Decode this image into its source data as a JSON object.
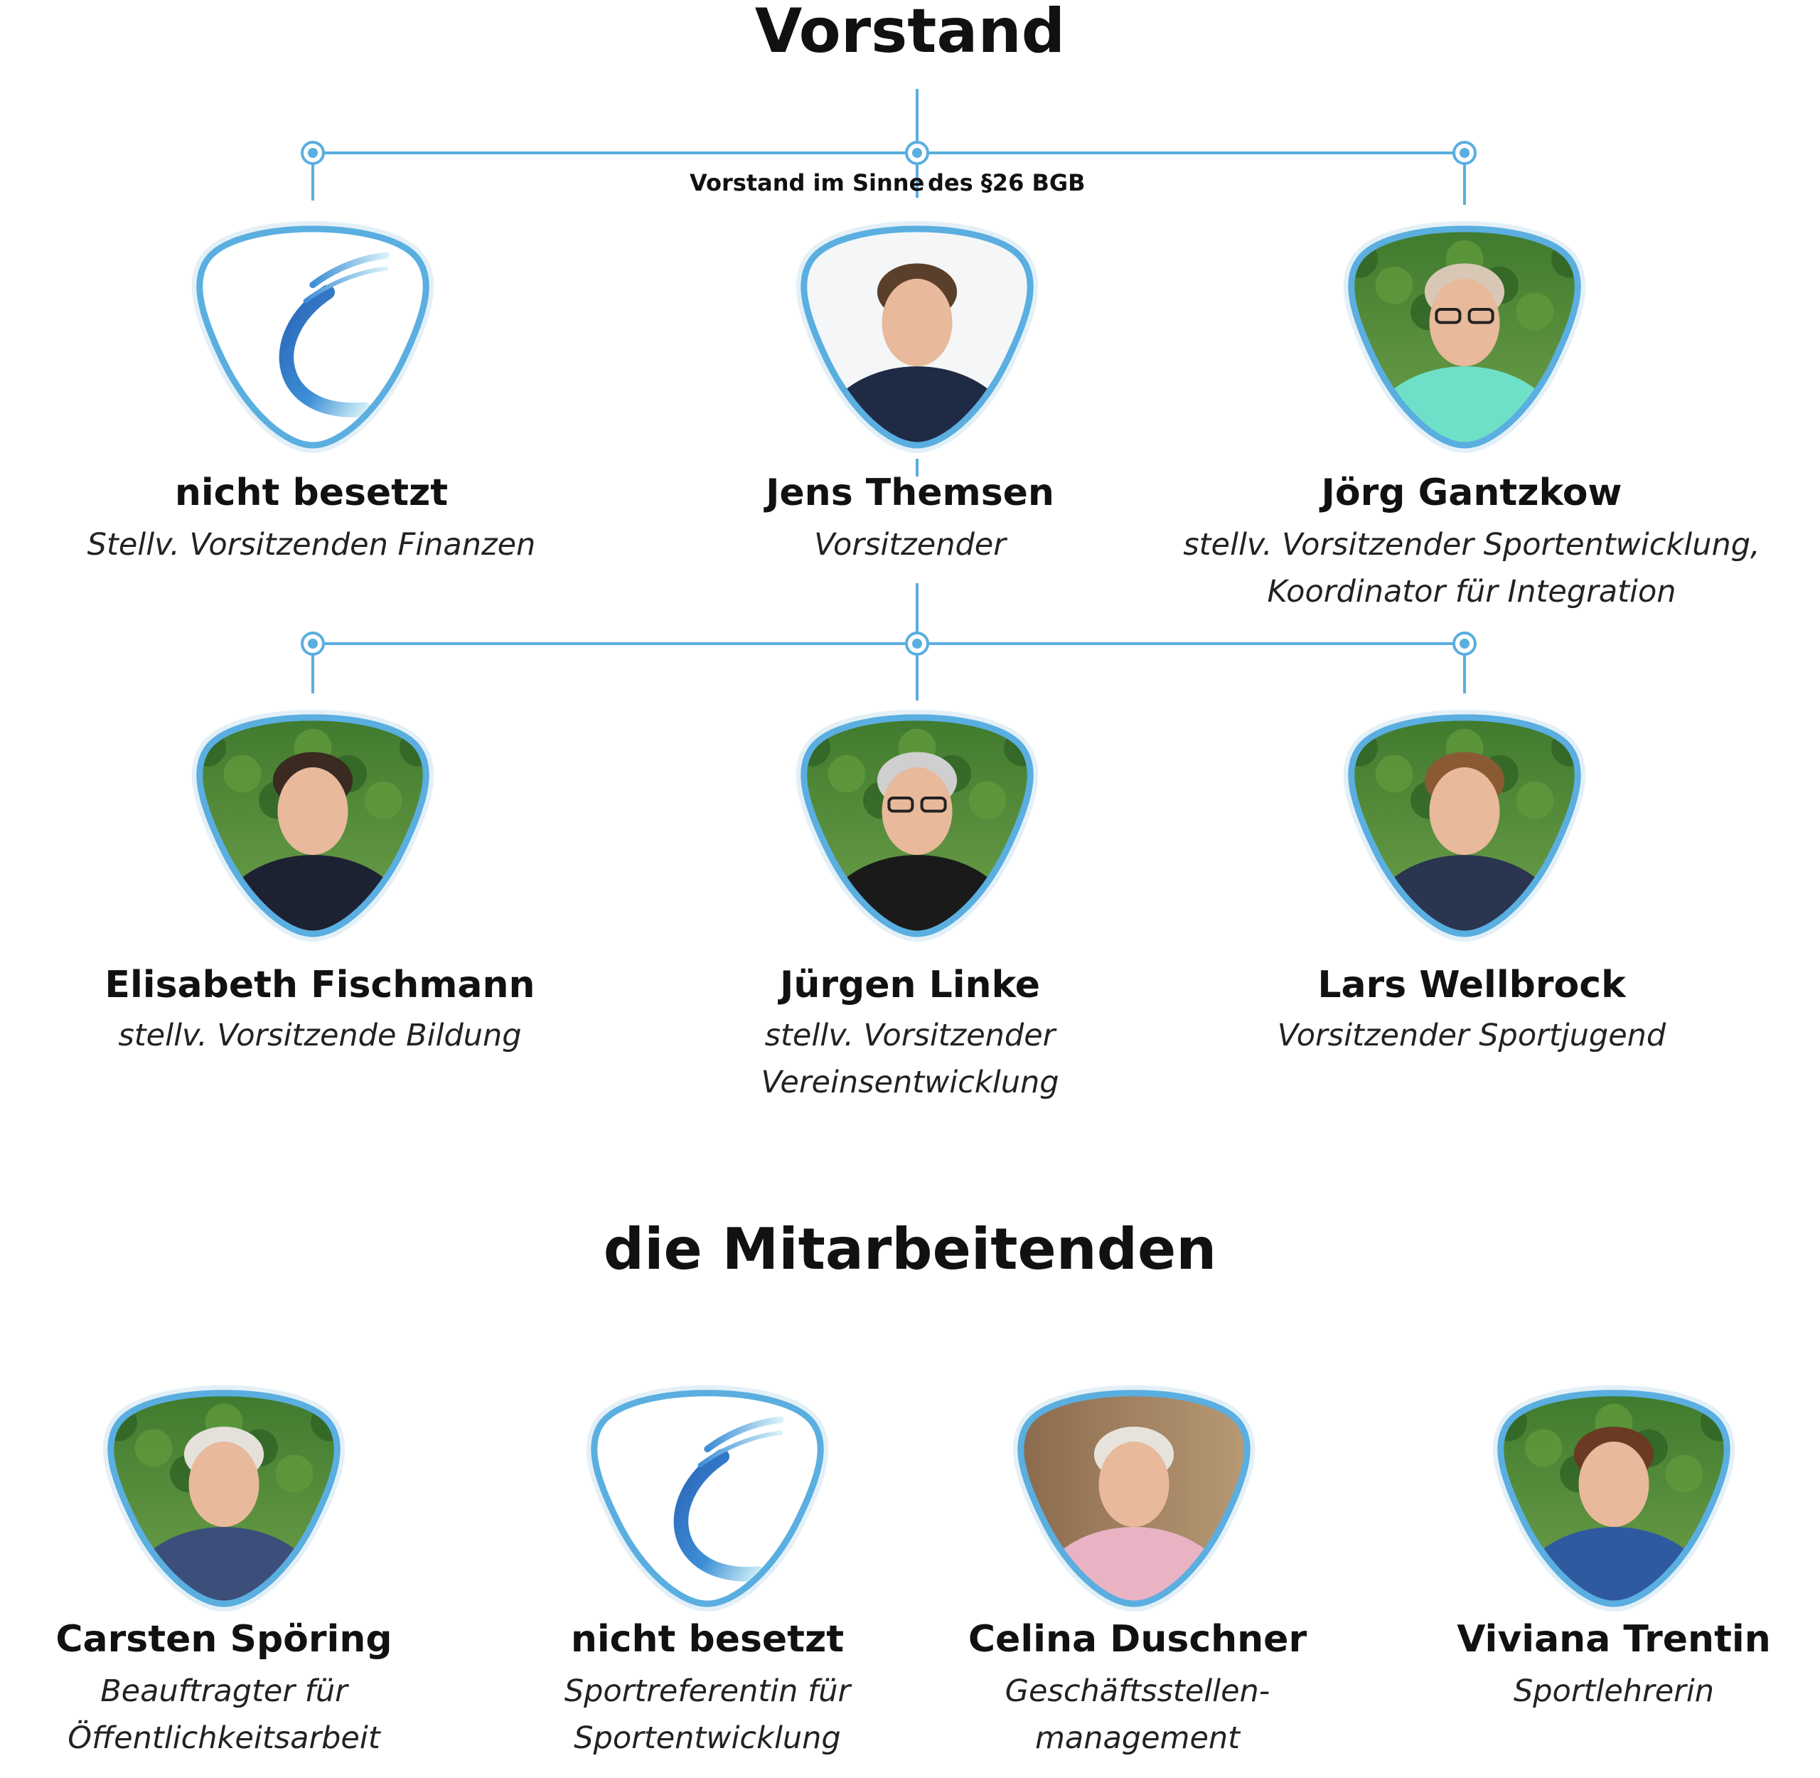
{
  "colors": {
    "connector": "#5aaee0",
    "frame": "#5aaee0",
    "logo_swoosh_dark": "#2a63b8",
    "logo_swoosh_light": "#8fd3ea"
  },
  "board": {
    "title": "Vorstand",
    "subtitle_left": "Vorstand im Sinne",
    "subtitle_right": "des §26 BGB",
    "members": [
      {
        "name": "nicht besetzt",
        "role": "Stellv. Vorsitzenden Finanzen",
        "image": "logo-placeholder"
      },
      {
        "name": "Jens Themsen",
        "role": "Vorsitzender",
        "image": "photo-man-suit"
      },
      {
        "name": "Jörg Gantzkow",
        "role": "stellv. Vorsitzender Sportentwicklung,\nKoordinator für Integration",
        "image": "photo-man-glasses-mint-shirt"
      },
      {
        "name": "Elisabeth Fischmann",
        "role": "stellv. Vorsitzende Bildung",
        "image": "photo-woman-garden"
      },
      {
        "name": "Jürgen Linke",
        "role": "stellv. Vorsitzender Vereinsentwicklung",
        "image": "photo-man-grey-hair-glasses"
      },
      {
        "name": "Lars Wellbrock",
        "role": "Vorsitzender Sportjugend",
        "image": "photo-young-man-blazer"
      }
    ]
  },
  "staff": {
    "title": "die Mitarbeitenden",
    "members": [
      {
        "name": "Carsten Spöring",
        "role": "Beauftragter für\nÖffentlichkeitsarbeit",
        "image": "photo-older-man-blazer"
      },
      {
        "name": "nicht besetzt",
        "role": "Sportreferentin für\nSportentwicklung",
        "image": "logo-placeholder"
      },
      {
        "name": "Celina Duschner",
        "role": "Geschäftsstellen-\nmanagement",
        "image": "photo-woman-short-blond-hair"
      },
      {
        "name": "Viviana Trentin",
        "role": "Sportlehrerin",
        "image": "photo-woman-brown-hair"
      }
    ]
  }
}
